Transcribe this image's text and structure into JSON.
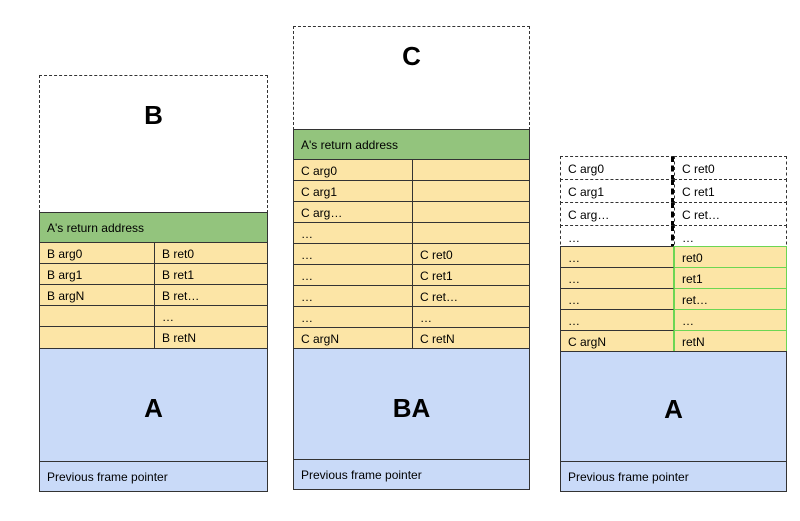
{
  "stack1": {
    "frame_label": "B",
    "return_label": "A's return address",
    "rows": [
      [
        "B arg0",
        "B ret0"
      ],
      [
        "B arg1",
        "B ret1"
      ],
      [
        "B argN",
        "B ret…"
      ],
      [
        "",
        "…"
      ],
      [
        "",
        "B retN"
      ]
    ],
    "base_label": "A",
    "prev_label": "Previous frame pointer"
  },
  "stack2": {
    "frame_label": "C",
    "return_label": "A's return address",
    "rows": [
      [
        "C arg0",
        ""
      ],
      [
        "C arg1",
        ""
      ],
      [
        "C arg…",
        ""
      ],
      [
        "…",
        ""
      ],
      [
        "…",
        "C ret0"
      ],
      [
        "…",
        "C ret1"
      ],
      [
        "…",
        "C ret…"
      ],
      [
        "…",
        "…"
      ],
      [
        "C argN",
        "C retN"
      ]
    ],
    "base_label": "BA",
    "prev_label": "Previous frame pointer"
  },
  "stack3": {
    "dashed_rows": [
      [
        "C arg0",
        "C ret0"
      ],
      [
        "C arg1",
        "C ret1"
      ],
      [
        "C arg…",
        "C ret…"
      ],
      [
        "…",
        "…"
      ]
    ],
    "rows": [
      [
        "…",
        "ret0"
      ],
      [
        "…",
        "ret1"
      ],
      [
        "…",
        "ret…"
      ],
      [
        "…",
        "…"
      ],
      [
        "C argN",
        "retN"
      ]
    ],
    "base_label": "A",
    "prev_label": "Previous frame pointer"
  },
  "colors": {
    "return_address": "#93c47d",
    "args": "#fce5a6",
    "frame": "#c9daf8",
    "ret_highlight": "#6cd653"
  }
}
